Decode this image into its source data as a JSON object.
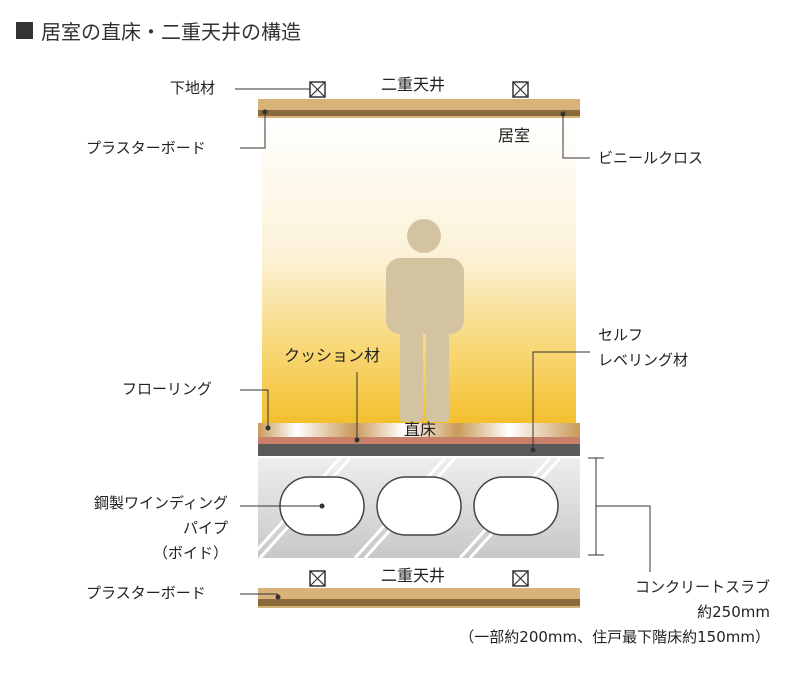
{
  "title": "居室の直床・二重天井の構造",
  "labels": {
    "ceiling_top": "二重天井",
    "ceiling_bottom": "二重天井",
    "substrate": "下地材",
    "plasterboard_top": "プラスターボード",
    "plasterboard_bottom": "プラスターボード",
    "room": "居室",
    "vinyl_cloth": "ビニールクロス",
    "cushion": "クッション材",
    "self_leveling_line1": "セルフ",
    "self_leveling_line2": "レベリング材",
    "flooring": "フローリング",
    "direct_floor": "直床",
    "pipe_line1": "鋼製ワインディング",
    "pipe_line2": "パイプ",
    "pipe_line3": "（ボイド）",
    "slab_line1": "コンクリートスラブ",
    "slab_line2": "約250mm",
    "slab_line3": "（一部約200mm、住戸最下階床約150mm）"
  },
  "colors": {
    "wood": "#d8b278",
    "wood_dark": "#8a6a3a",
    "room_glow": "#f4c23c",
    "slab": "#d9d9d9",
    "leveling": "#5a5a5a",
    "person": "#d4c3a0"
  }
}
